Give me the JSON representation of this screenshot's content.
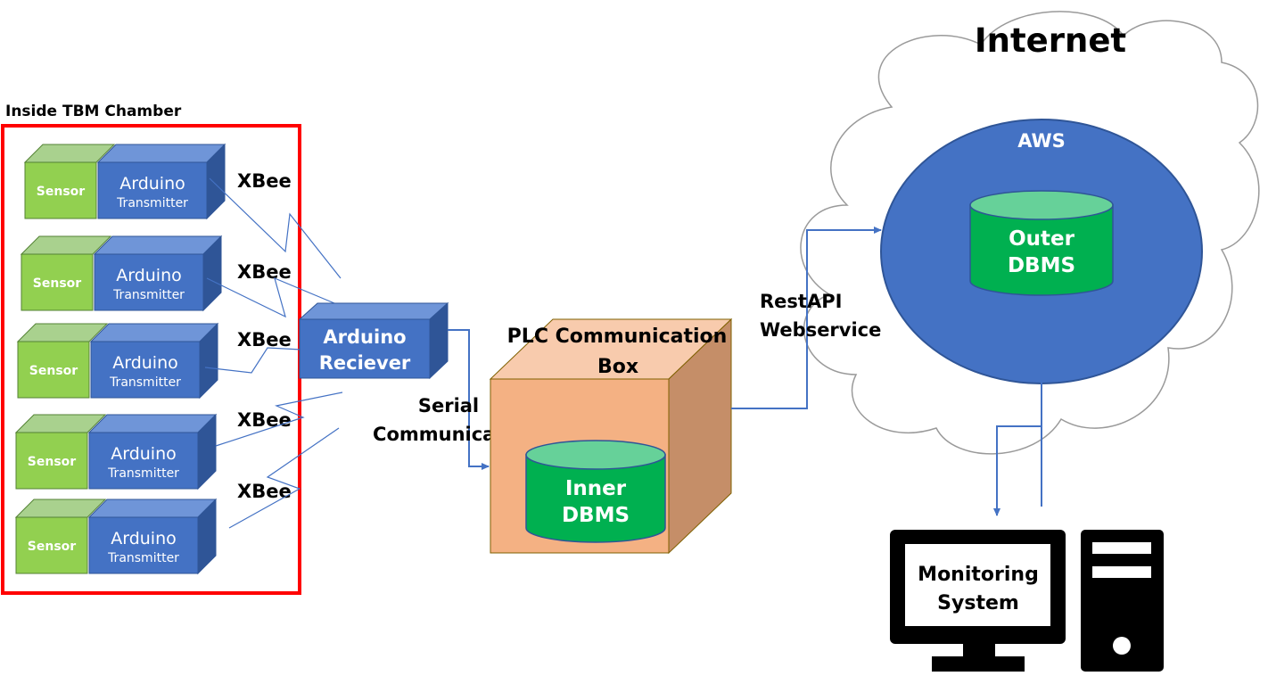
{
  "chamber": {
    "title": "Inside TBM Chamber"
  },
  "nodes": [
    {
      "sensor": "Sensor",
      "board": "Arduino",
      "role": "Transmitter",
      "link": "XBee"
    },
    {
      "sensor": "Sensor",
      "board": "Arduino",
      "role": "Transmitter",
      "link": "XBee"
    },
    {
      "sensor": "Sensor",
      "board": "Arduino",
      "role": "Transmitter",
      "link": "XBee"
    },
    {
      "sensor": "Sensor",
      "board": "Arduino",
      "role": "Transmitter",
      "link": "XBee"
    },
    {
      "sensor": "Sensor",
      "board": "Arduino",
      "role": "Transmitter",
      "link": "XBee"
    }
  ],
  "receiver": {
    "line1": "Arduino",
    "line2": "Reciever"
  },
  "serial": {
    "line1": "Serial",
    "line2": "Communication"
  },
  "plc": {
    "line1": "PLC Communication",
    "line2": "Box"
  },
  "inner_db": {
    "line1": "Inner",
    "line2": "DBMS"
  },
  "rest": {
    "line1": "RestAPI",
    "line2": "Webservice"
  },
  "internet": {
    "label": "Internet"
  },
  "aws": {
    "label": "AWS"
  },
  "outer_db": {
    "line1": "Outer",
    "line2": "DBMS"
  },
  "monitor": {
    "line1": "Monitoring",
    "line2": "System"
  },
  "colors": {
    "sensor": "#92d050",
    "arduino": "#4472c4",
    "box": "#f4b183",
    "db": "#00b050",
    "frame": "#ff0000",
    "link": "#4472c4"
  }
}
